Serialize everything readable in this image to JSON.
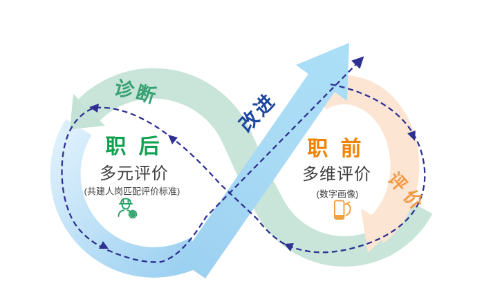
{
  "diagram": {
    "kind": "infinity-loop evaluation cycle",
    "labels": {
      "diagnosis": "诊断",
      "improve": "改进",
      "evaluation": "评价",
      "post_job": {
        "title": "职 后",
        "subtitle": "多元评价",
        "note": "(共建人岗匹配评价标准)"
      },
      "pre_job": {
        "title": "职 前",
        "subtitle": "多维评价",
        "note": "(数字画像)"
      }
    },
    "icons": {
      "post_job": "worker-gear-icon",
      "pre_job": "phone-touch-icon"
    },
    "colors": {
      "teal_band": "#c4e2d6",
      "diagnosis_text": "#36a173",
      "post_title_text": "#10a04f",
      "blue_band_light": "#d9edfb",
      "blue_band_deep": "#9dd1f1",
      "arrow_blue": "#a9dbf5",
      "improve_text": "#1b469e",
      "dashed_line": "#2e3192",
      "peach_band": "#fce5d3",
      "pre_title_text": "#f08200",
      "evaluation_text": "#f29b45",
      "body_text": "#3e3e3e",
      "icon_green": "#2ca26b",
      "icon_orange": "#f0a13c"
    }
  }
}
